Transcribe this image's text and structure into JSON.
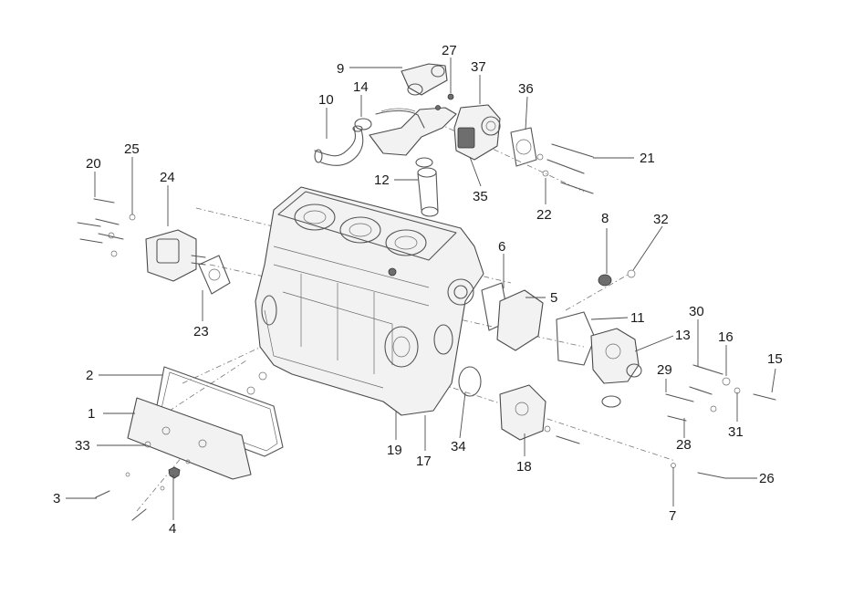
{
  "diagram": {
    "callouts": [
      {
        "id": "1",
        "text": "1"
      },
      {
        "id": "2",
        "text": "2"
      },
      {
        "id": "3",
        "text": "3"
      },
      {
        "id": "4",
        "text": "4"
      },
      {
        "id": "5",
        "text": "5"
      },
      {
        "id": "6",
        "text": "6"
      },
      {
        "id": "7",
        "text": "7"
      },
      {
        "id": "8",
        "text": "8"
      },
      {
        "id": "9",
        "text": "9"
      },
      {
        "id": "10",
        "text": "10"
      },
      {
        "id": "11",
        "text": "11"
      },
      {
        "id": "12",
        "text": "12"
      },
      {
        "id": "13",
        "text": "13"
      },
      {
        "id": "14",
        "text": "14"
      },
      {
        "id": "15",
        "text": "15"
      },
      {
        "id": "16",
        "text": "16"
      },
      {
        "id": "17",
        "text": "17"
      },
      {
        "id": "18",
        "text": "18"
      },
      {
        "id": "19",
        "text": "19"
      },
      {
        "id": "20",
        "text": "20"
      },
      {
        "id": "21",
        "text": "21"
      },
      {
        "id": "22",
        "text": "22"
      },
      {
        "id": "23",
        "text": "23"
      },
      {
        "id": "24",
        "text": "24"
      },
      {
        "id": "25",
        "text": "25"
      },
      {
        "id": "26",
        "text": "26"
      },
      {
        "id": "27",
        "text": "27"
      },
      {
        "id": "28",
        "text": "28"
      },
      {
        "id": "29",
        "text": "29"
      },
      {
        "id": "30",
        "text": "30"
      },
      {
        "id": "31",
        "text": "31"
      },
      {
        "id": "32",
        "text": "32"
      },
      {
        "id": "33",
        "text": "33"
      },
      {
        "id": "34",
        "text": "34"
      },
      {
        "id": "35",
        "text": "35"
      },
      {
        "id": "36",
        "text": "36"
      },
      {
        "id": "37",
        "text": "37"
      }
    ]
  }
}
